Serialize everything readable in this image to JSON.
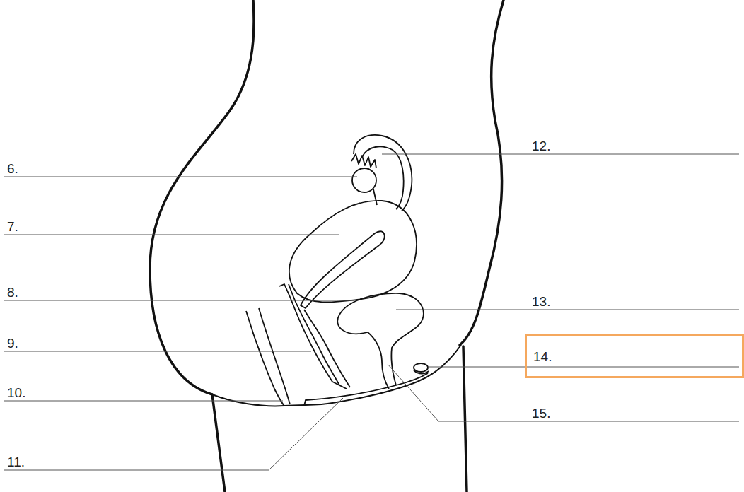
{
  "diagram": {
    "nodes": [
      {
        "text": [
          "14."
        ]
      }
    ],
    "labels": [
      "6.",
      "7.",
      "8.",
      "9.",
      "10.",
      "11.",
      "12.",
      "13.",
      "15."
    ]
  }
}
